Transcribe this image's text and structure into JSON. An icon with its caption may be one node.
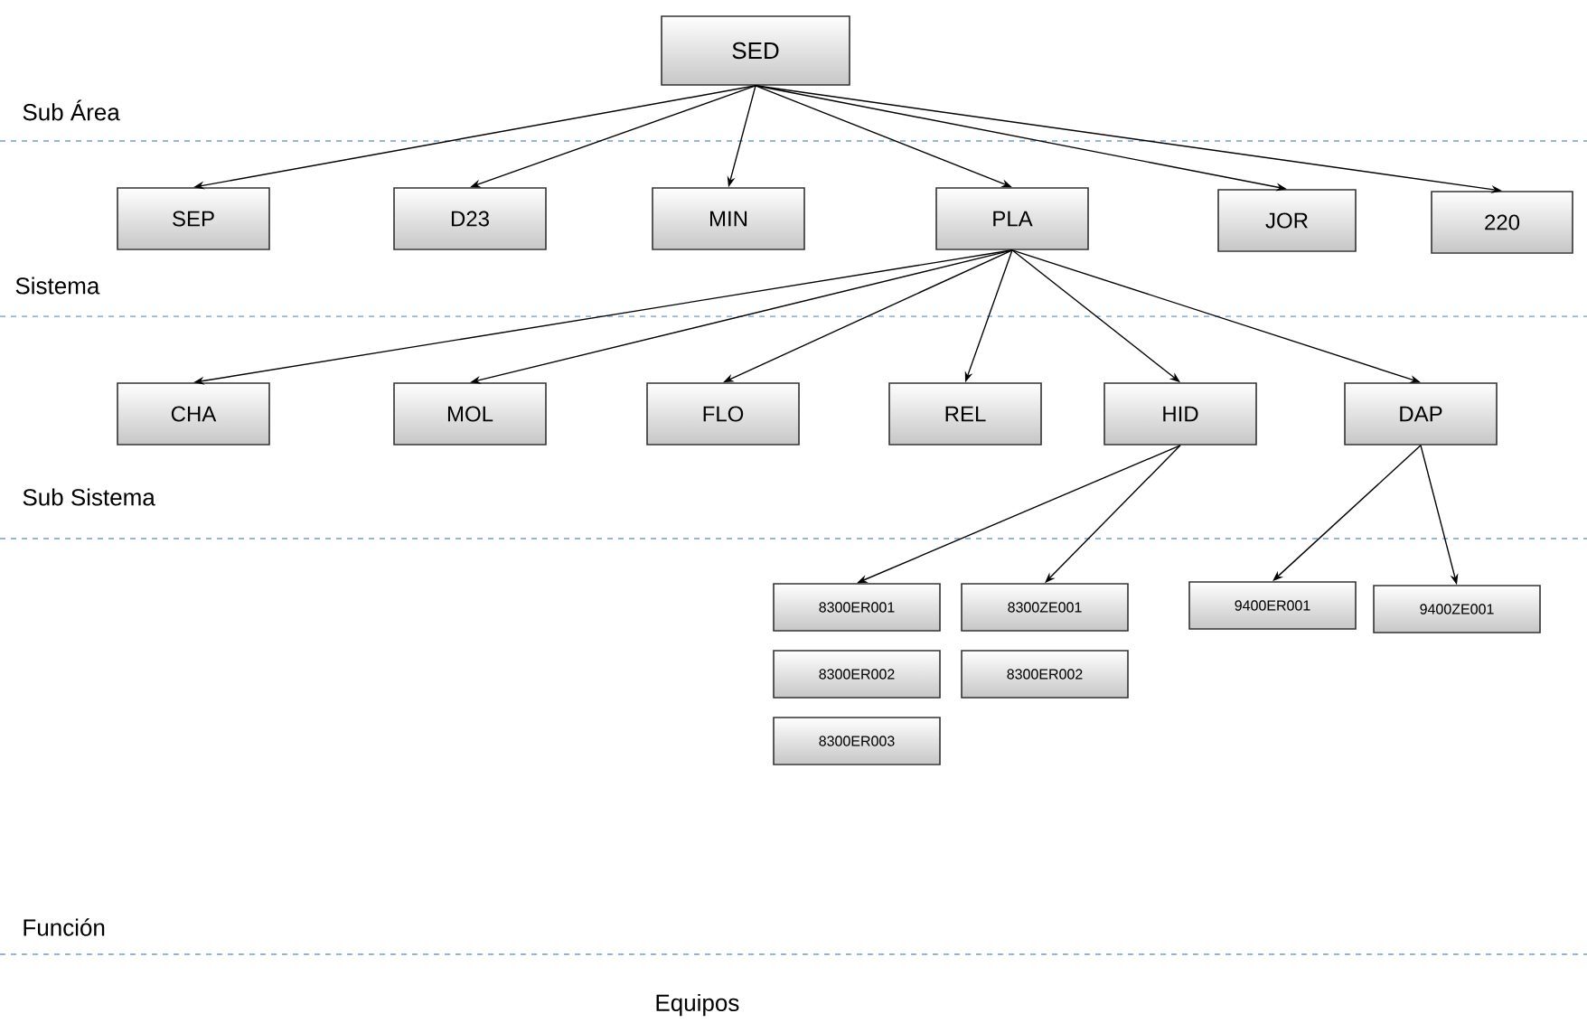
{
  "diagram": {
    "nodes": [
      {
        "text": [
          "SED"
        ]
      },
      {
        "text": [
          "SEP"
        ]
      },
      {
        "text": [
          "D23"
        ]
      },
      {
        "text": [
          "MIN"
        ]
      },
      {
        "text": [
          "PLA"
        ]
      },
      {
        "text": [
          "JOR"
        ]
      },
      {
        "text": [
          "220"
        ]
      },
      {
        "text": [
          "CHA"
        ]
      },
      {
        "text": [
          "MOL"
        ]
      },
      {
        "text": [
          "FLO"
        ]
      },
      {
        "text": [
          "REL"
        ]
      },
      {
        "text": [
          "HID"
        ]
      },
      {
        "text": [
          "DAP"
        ]
      },
      {
        "text": [
          "8300ER001"
        ]
      },
      {
        "text": [
          "8300ZE001"
        ]
      },
      {
        "text": [
          "8300ER002"
        ]
      },
      {
        "text": [
          "8300ER002"
        ]
      },
      {
        "text": [
          "8300ER003"
        ]
      },
      {
        "text": [
          "9400ER001"
        ]
      },
      {
        "text": [
          "9400ZE001"
        ]
      }
    ],
    "edges": [
      {
        "from": 0,
        "to": 1,
        "arrow": "to"
      },
      {
        "from": 0,
        "to": 2,
        "arrow": "to"
      },
      {
        "from": 0,
        "to": 3,
        "arrow": "to"
      },
      {
        "from": 0,
        "to": 4,
        "arrow": "to"
      },
      {
        "from": 0,
        "to": 5,
        "arrow": "to"
      },
      {
        "from": 0,
        "to": 6,
        "arrow": "to"
      },
      {
        "from": 4,
        "to": 7,
        "arrow": "to"
      },
      {
        "from": 4,
        "to": 8,
        "arrow": "to"
      },
      {
        "from": 4,
        "to": 9,
        "arrow": "to"
      },
      {
        "from": 4,
        "to": 10,
        "arrow": "to"
      },
      {
        "from": 4,
        "to": 11,
        "arrow": "to"
      },
      {
        "from": 4,
        "to": 12,
        "arrow": "to"
      },
      {
        "from": 11,
        "to": 13,
        "arrow": "to"
      },
      {
        "from": 11,
        "to": 14,
        "arrow": "to"
      },
      {
        "from": 12,
        "to": 18,
        "arrow": "to"
      },
      {
        "from": 12,
        "to": 19,
        "arrow": "to"
      }
    ],
    "labels": [
      "Sub Área",
      "Sistema",
      "Sub Sistema",
      "Función",
      "Equipos"
    ]
  }
}
